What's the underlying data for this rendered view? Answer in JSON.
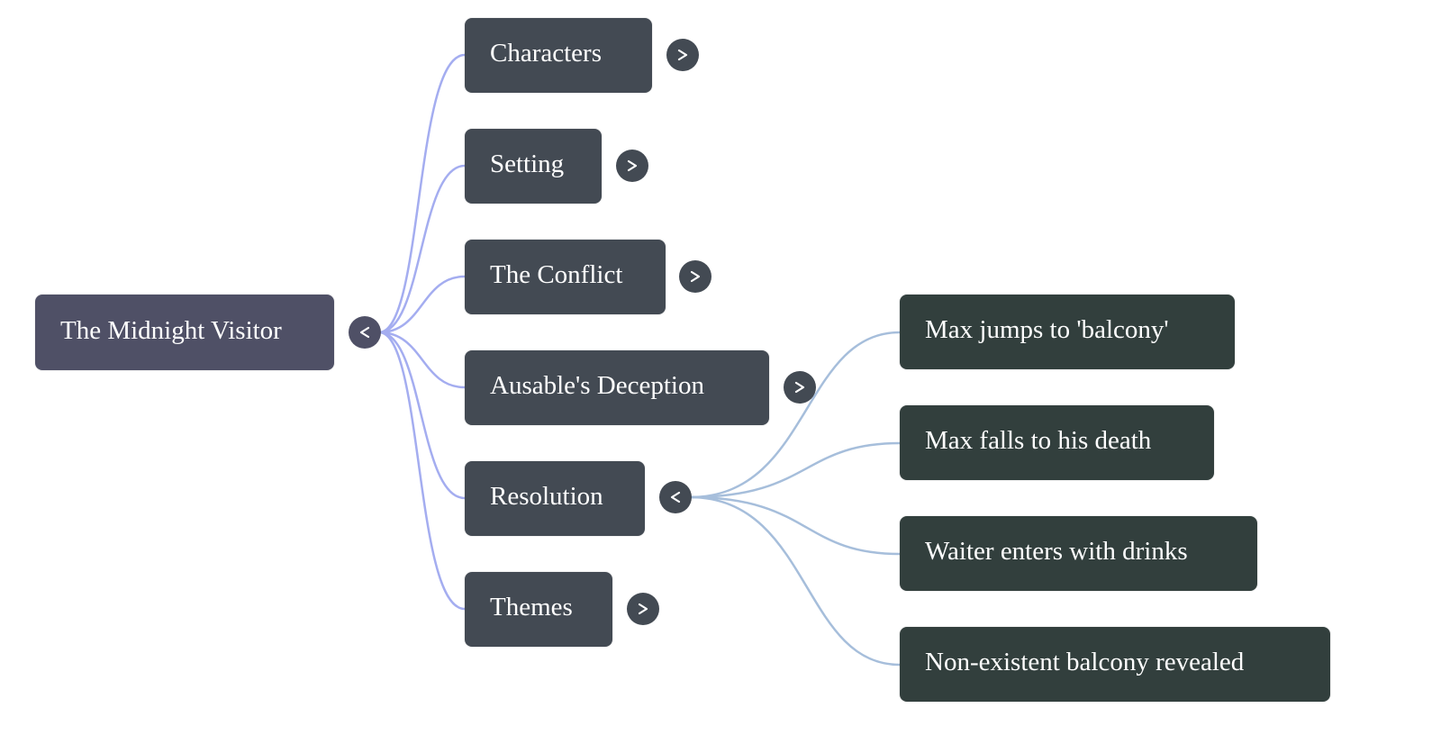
{
  "mindmap": {
    "root": {
      "label": "The Midnight Visitor",
      "toggle": "collapse-icon",
      "expanded": true
    },
    "branches": [
      {
        "label": "Characters",
        "toggle": "expand-icon",
        "expanded": false,
        "children": []
      },
      {
        "label": "Setting",
        "toggle": "expand-icon",
        "expanded": false,
        "children": []
      },
      {
        "label": "The Conflict",
        "toggle": "expand-icon",
        "expanded": false,
        "children": []
      },
      {
        "label": "Ausable's Deception",
        "toggle": "expand-icon",
        "expanded": false,
        "children": []
      },
      {
        "label": "Resolution",
        "toggle": "collapse-icon",
        "expanded": true,
        "children": [
          {
            "label": "Max jumps to 'balcony'"
          },
          {
            "label": "Max falls to his death"
          },
          {
            "label": "Waiter enters with drinks"
          },
          {
            "label": "Non-existent balcony revealed"
          }
        ]
      },
      {
        "label": "Themes",
        "toggle": "expand-icon",
        "expanded": false,
        "children": []
      }
    ]
  },
  "colors": {
    "root_fill": "#4f5066",
    "branch_fill": "#434a53",
    "leaf_fill": "#323f3d",
    "root_edge": "#a4adf0",
    "branch_edge": "#a6bedb",
    "text": "#ffffff"
  }
}
